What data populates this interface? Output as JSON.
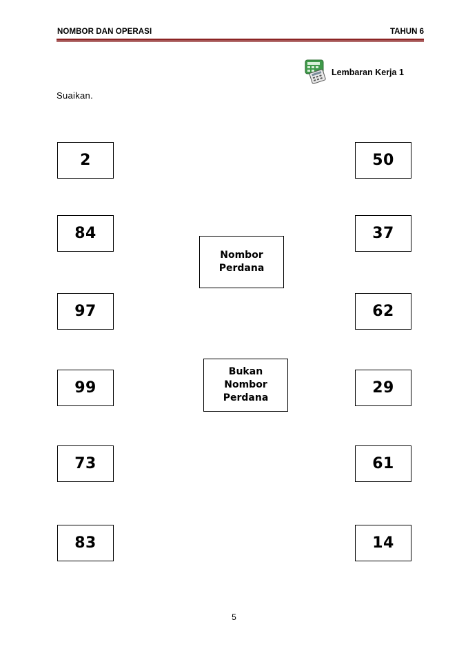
{
  "header": {
    "topic": "NOMBOR DAN OPERASI",
    "grade": "TAHUN 6",
    "rule_color": "#8b2323"
  },
  "worksheet": {
    "label": "Lembaran Kerja 1",
    "icon": "calculator-icon",
    "instruction": "Suaikan."
  },
  "left_numbers": [
    "2",
    "84",
    "97",
    "99",
    "73",
    "83"
  ],
  "right_numbers": [
    "50",
    "37",
    "62",
    "29",
    "61",
    "14"
  ],
  "categories": {
    "prime": {
      "line1": "Nombor",
      "line2": "Perdana"
    },
    "not_prime": {
      "line1": "Bukan",
      "line2": "Nombor",
      "line3": "Perdana"
    }
  },
  "footer": {
    "page_number": "5"
  }
}
